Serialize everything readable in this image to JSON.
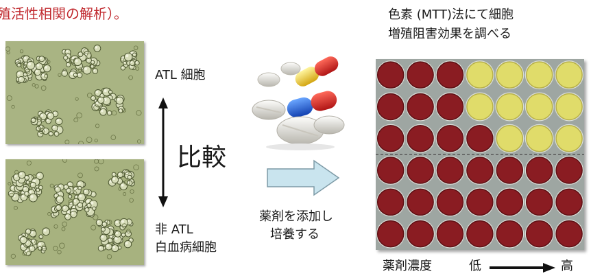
{
  "heading": "殖活性相関の解析）。",
  "cells": {
    "atl_label": "ATL 細胞",
    "non_atl_label_line1": "非 ATL",
    "non_atl_label_line2": "白血病細胞",
    "compare_label": "比較"
  },
  "drug": {
    "label_line1": "薬剤を添加し",
    "label_line2": "培養する"
  },
  "mtt": {
    "title_line1": "色素 (MTT)法にて細胞",
    "title_line2": "増殖阻害効果を調べる"
  },
  "concentration_axis": {
    "label": "薬剤濃度",
    "low": "低",
    "high": "高"
  },
  "plate": {
    "rows": 6,
    "cols": 7,
    "rows_yellow_from_col": [
      4,
      4,
      5,
      99,
      99,
      99
    ],
    "well_red": "#8a1c22",
    "well_yellow": "#e0dc6a"
  },
  "colors": {
    "heading": "#c0282d",
    "arrow_fill": "#c9e4ee",
    "arrow_stroke": "#7d9aa6",
    "plate_bg": "#9ea6a2"
  }
}
